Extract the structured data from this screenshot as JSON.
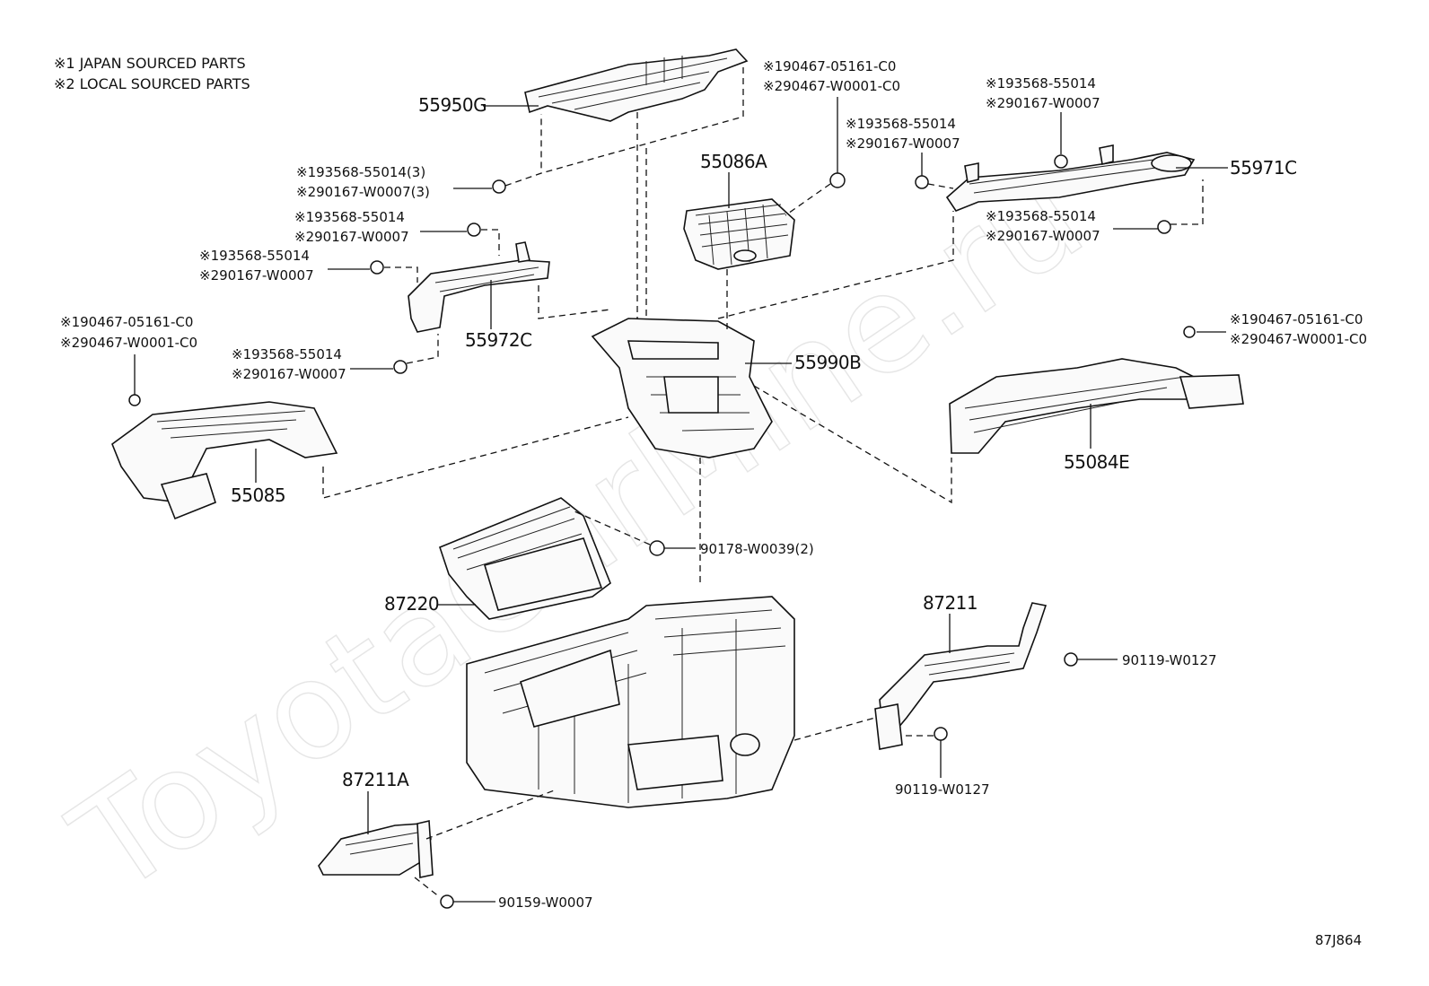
{
  "legend": {
    "line1": "※1 JAPAN SOURCED PARTS",
    "line2": "※2 LOCAL SOURCED PARTS"
  },
  "watermark": "ToyotaCarMine.ru",
  "figure_code": "87J864",
  "parts": {
    "p55950G": "55950G",
    "p55086A": "55086A",
    "p55971C": "55971C",
    "p55972C": "55972C",
    "p55990B": "55990B",
    "p55085": "55085",
    "p55084E": "55084E",
    "p87220": "87220",
    "p87211": "87211",
    "p87211A": "87211A"
  },
  "fasteners": {
    "f_top_c1": "※190467-05161-C0",
    "f_top_c2": "※290467-W0001-C0",
    "f_r1a": "※193568-55014",
    "f_r1b": "※290167-W0007",
    "f_r2a": "※193568-55014",
    "f_r2b": "※290167-W0007",
    "f_r3a": "※193568-55014",
    "f_r3b": "※290167-W0007",
    "f_l1a": "※193568-55014(3)",
    "f_l1b": "※290167-W0007(3)",
    "f_l2a": "※193568-55014",
    "f_l2b": "※290167-W0007",
    "f_l3a": "※193568-55014",
    "f_l3b": "※290167-W0007",
    "f_l4c1": "※190467-05161-C0",
    "f_l4c2": "※290467-W0001-C0",
    "f_l5a": "※193568-55014",
    "f_l5b": "※290167-W0007",
    "f_rc1": "※190467-05161-C0",
    "f_rc2": "※290467-W0001-C0",
    "f_nut": "90178-W0039(2)",
    "f_scr1": "90119-W0127",
    "f_scr2": "90119-W0127",
    "f_scr3": "90159-W0007"
  }
}
